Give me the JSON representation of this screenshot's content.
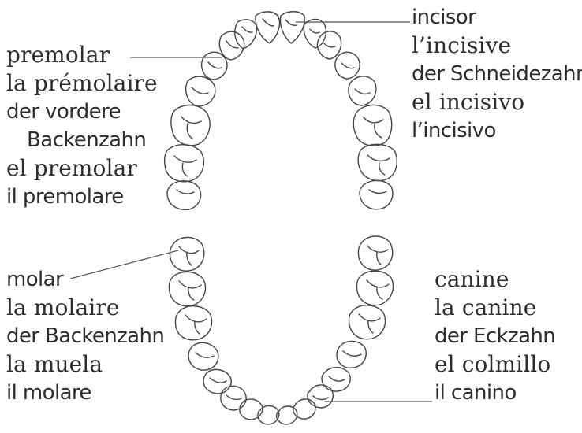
{
  "labels": {
    "premolar": {
      "lines": [
        "premolar",
        "la prémolaire",
        "der vordere",
        "Backenzahn",
        "el premolar",
        "il premolare"
      ]
    },
    "incisor": {
      "lines": [
        "incisor",
        "l’incisive",
        "der Schneidezahn",
        "el incisivo",
        "l’incisivo"
      ]
    },
    "molar": {
      "lines": [
        "molar",
        "la molaire",
        "der Backenzahn",
        "la muela",
        "il molare"
      ]
    },
    "canine": {
      "lines": [
        "canine",
        "la canine",
        "der Eckzahn",
        "el colmillo",
        "il canino"
      ]
    }
  },
  "colors": {
    "ink": "#2d2d2d",
    "tooth_stroke": "#444444",
    "background": "#ffffff"
  }
}
